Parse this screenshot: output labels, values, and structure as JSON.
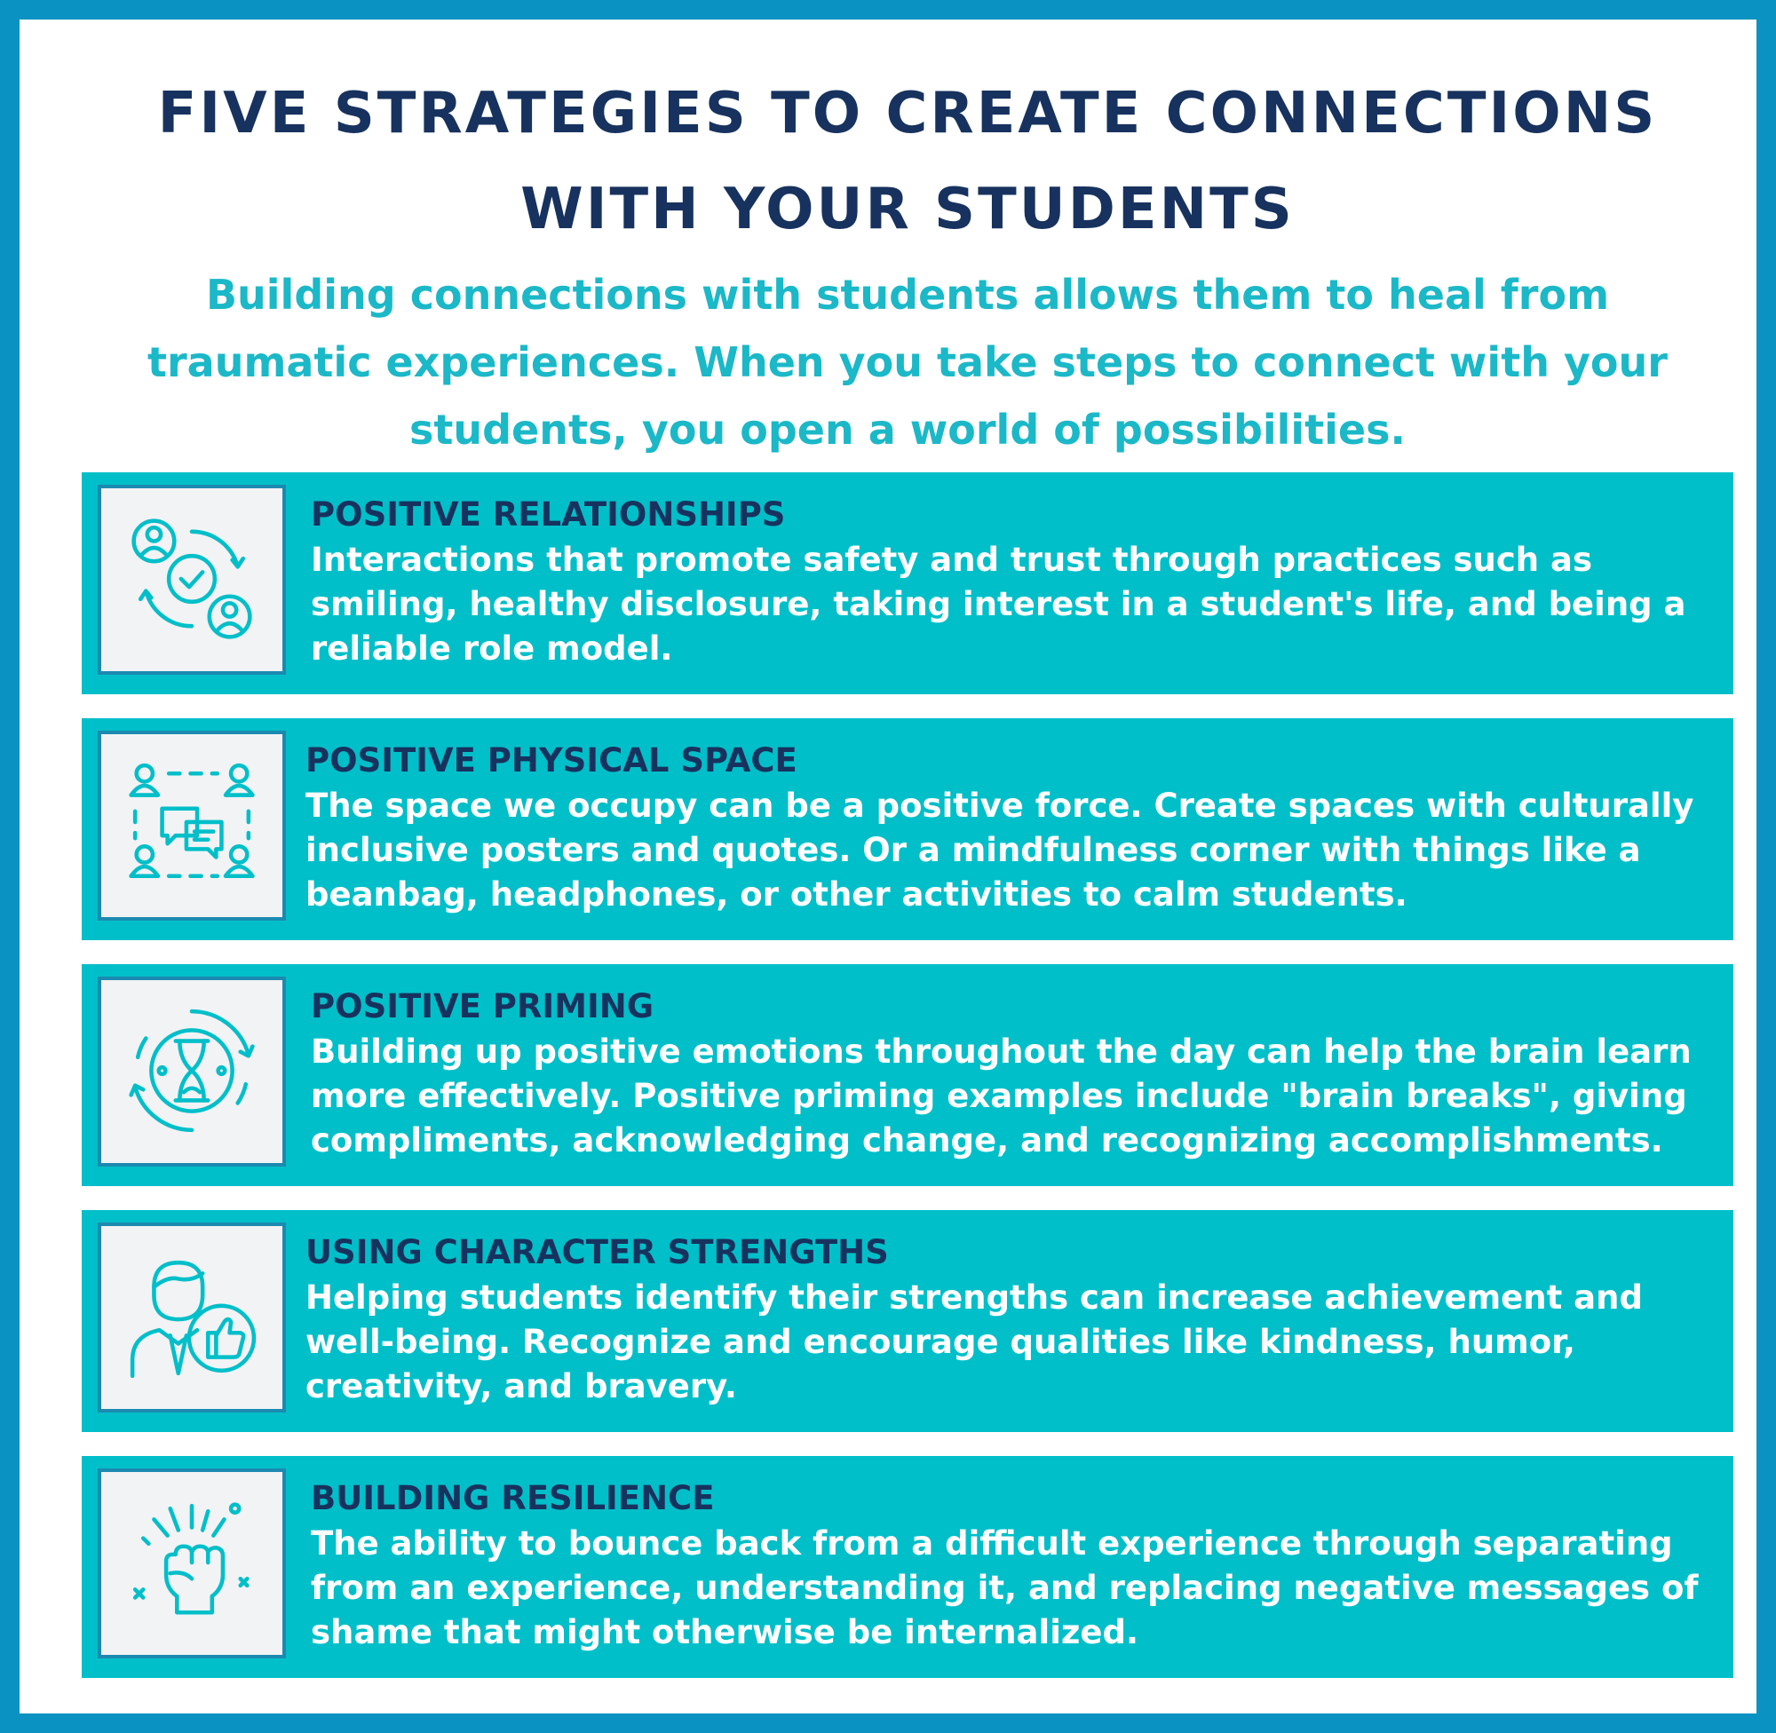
{
  "title": "FIVE STRATEGIES TO CREATE CONNECTIONS WITH YOUR STUDENTS",
  "subtitle": "Building connections with students allows them to heal from traumatic experiences. When you take steps to connect with your students, you open a world of possibilities.",
  "colors": {
    "frame": "#0a93c2",
    "card": "#00bfc9",
    "title": "#17325e",
    "subtitle": "#1bb8c8",
    "icon_stroke": "#00bfc9",
    "icon_border": "#1c8ab0",
    "icon_bg": "#f2f3f5"
  },
  "strategies": [
    {
      "heading": "POSITIVE RELATIONSHIPS",
      "body": "Interactions that promote safety and trust through practices such as smiling, healthy disclosure, taking interest in a student's life, and being a reliable role model.",
      "icon": "people-cycle-check-icon"
    },
    {
      "heading": "POSITIVE PHYSICAL SPACE",
      "body": "The space we occupy can be a positive force. Create spaces with culturally inclusive posters and quotes. Or a mindfulness corner with things like a beanbag, headphones, or other activities to calm students.",
      "icon": "group-chat-icon"
    },
    {
      "heading": "POSITIVE PRIMING",
      "body": "Building up positive emotions throughout the day can help the brain learn more effectively. Positive priming examples include \"brain breaks\", giving compliments, acknowledging change, and recognizing accomplishments.",
      "icon": "hourglass-cycle-icon"
    },
    {
      "heading": "USING CHARACTER STRENGTHS",
      "body": "Helping students identify their strengths can increase achievement and well-being. Recognize and encourage qualities like kindness, humor, creativity, and bravery.",
      "icon": "person-thumbs-up-icon"
    },
    {
      "heading": "BUILDING RESILIENCE",
      "body": "The ability to bounce back from a difficult experience through separating from an experience, understanding it, and replacing negative messages of shame that might otherwise be internalized.",
      "icon": "raised-fist-icon"
    }
  ]
}
